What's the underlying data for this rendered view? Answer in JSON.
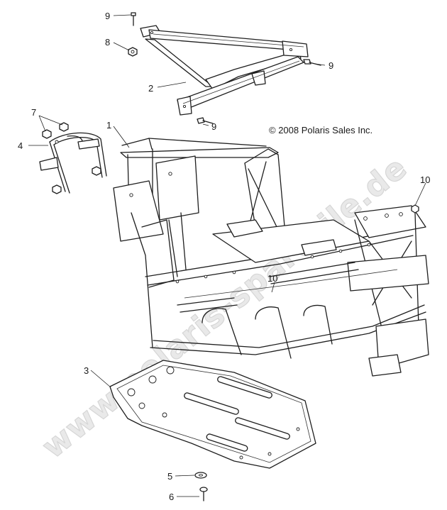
{
  "copyright": "© 2008 Polaris Sales Inc.",
  "watermark": "www.polaris-sparteile.de",
  "callouts": [
    {
      "id": "9a",
      "label": "9"
    },
    {
      "id": "8",
      "label": "8"
    },
    {
      "id": "9b",
      "label": "9"
    },
    {
      "id": "2",
      "label": "2"
    },
    {
      "id": "9c",
      "label": "9"
    },
    {
      "id": "7",
      "label": "7"
    },
    {
      "id": "1",
      "label": "1"
    },
    {
      "id": "4",
      "label": "4"
    },
    {
      "id": "10a",
      "label": "10"
    },
    {
      "id": "10b",
      "label": "10"
    },
    {
      "id": "3",
      "label": "3"
    },
    {
      "id": "5",
      "label": "5"
    },
    {
      "id": "6",
      "label": "6"
    }
  ]
}
